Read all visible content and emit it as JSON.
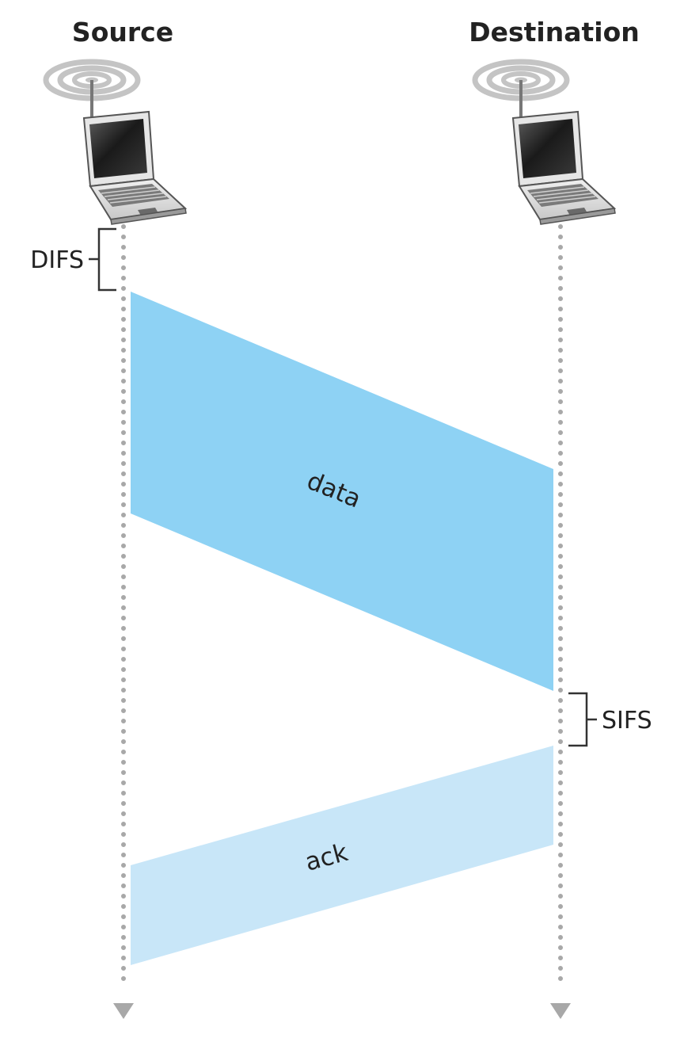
{
  "stations": {
    "source": {
      "label": "Source"
    },
    "destination": {
      "label": "Destination"
    }
  },
  "intervals": {
    "difs": {
      "label": "DIFS"
    },
    "sifs": {
      "label": "SIFS"
    }
  },
  "frames": {
    "data": {
      "label": "data",
      "color": "#8ed2f4"
    },
    "ack": {
      "label": "ack",
      "color": "#c8e6f8"
    }
  },
  "colors": {
    "timeline": "#a8a8a8",
    "bracket": "#333333",
    "text": "#222222"
  },
  "icons": {
    "source": "laptop-wireless-icon",
    "destination": "laptop-wireless-icon"
  }
}
